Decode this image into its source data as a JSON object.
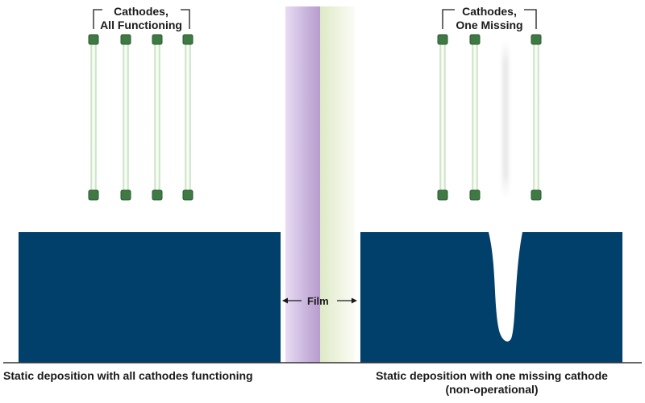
{
  "left_panel": {
    "bracket_label_line1": "Cathodes,",
    "bracket_label_line2": "All Functioning",
    "caption_line1": "Static deposition with all cathodes functioning"
  },
  "right_panel": {
    "bracket_label_line1": "Cathodes,",
    "bracket_label_line2": "One Missing",
    "caption_line1": "Static deposition with one missing cathode",
    "caption_line2": "(non-operational)"
  },
  "film": {
    "label": "Film",
    "colors": {
      "purple": "#c7b3da",
      "green": "#e6efd2"
    }
  },
  "colors": {
    "deposit_block": "#00406b",
    "cathode_cap": "#3f7a45",
    "cathode_cap_dark": "#2a5a30",
    "cathode_tube_edge": "#bcd9b4",
    "ground_line": "#333333"
  },
  "icons": {
    "cathode": "cathode-tube-icon",
    "missing_cathode": "missing-cathode-ghost-icon",
    "arrow_left": "arrow-left-icon",
    "arrow_right": "arrow-right-icon"
  }
}
